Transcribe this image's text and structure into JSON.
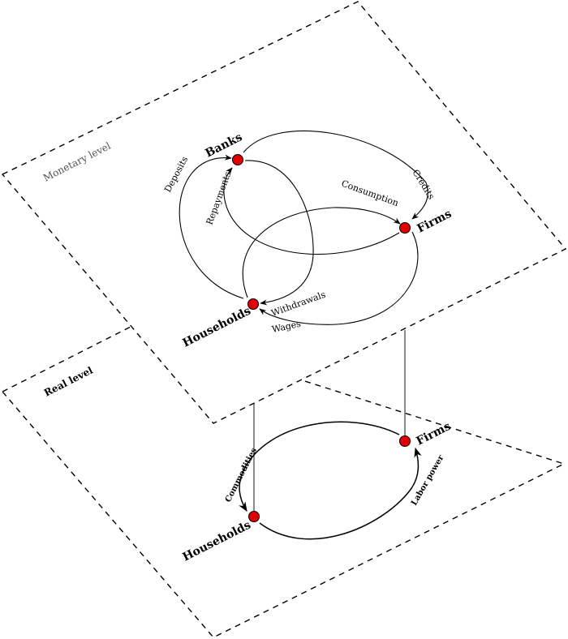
{
  "colors": {
    "node_fill": "#e00000",
    "line": "#000000",
    "background": "#ffffff"
  },
  "monetary": {
    "plane_label": "Monetary level",
    "nodes": {
      "banks": "Banks",
      "firms": "Firms",
      "households": "Households"
    },
    "edges": {
      "deposits": "Deposits",
      "repayments": "Repayments",
      "consumption": "Consumption",
      "credits": "Credits",
      "withdrawals": "Withdrawals",
      "wages": "Wages"
    }
  },
  "real": {
    "plane_label": "Real level",
    "nodes": {
      "firms": "Firms",
      "households": "Households"
    },
    "edges": {
      "commodities": "Commodities",
      "labor_power": "Labor power"
    }
  }
}
